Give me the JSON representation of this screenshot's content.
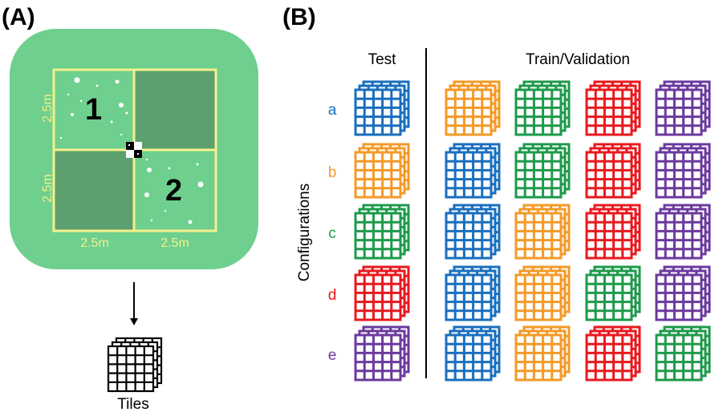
{
  "panel_a": {
    "label": "(A)",
    "colors": {
      "field": "#6fcf8e",
      "frame": "#f3f18a",
      "dark_square": "#5d9f6f"
    },
    "dims": {
      "left_top": "2.5m",
      "left_bottom": "2.5m",
      "bottom_left": "2.5m",
      "bottom_right": "2.5m"
    },
    "quadrant_labels": [
      "1",
      "2"
    ],
    "tiles_label": "Tiles"
  },
  "panel_b": {
    "label": "(B)",
    "test_header": "Test",
    "train_header": "Train/Validation",
    "y_axis_label": "Configurations",
    "color_map": {
      "blue": "#1a6fbe",
      "orange": "#f39a28",
      "green": "#1e9a4b",
      "red": "#e8191f",
      "purple": "#6b3a9e"
    },
    "configurations": [
      {
        "label": "a",
        "color": "blue",
        "test": "blue",
        "train": [
          "orange",
          "green",
          "red",
          "purple"
        ]
      },
      {
        "label": "b",
        "color": "orange",
        "test": "orange",
        "train": [
          "blue",
          "green",
          "red",
          "purple"
        ]
      },
      {
        "label": "c",
        "color": "green",
        "test": "green",
        "train": [
          "blue",
          "orange",
          "red",
          "purple"
        ]
      },
      {
        "label": "d",
        "color": "red",
        "test": "red",
        "train": [
          "blue",
          "orange",
          "green",
          "purple"
        ]
      },
      {
        "label": "e",
        "color": "purple",
        "test": "purple",
        "train": [
          "blue",
          "orange",
          "red",
          "green"
        ]
      }
    ]
  }
}
